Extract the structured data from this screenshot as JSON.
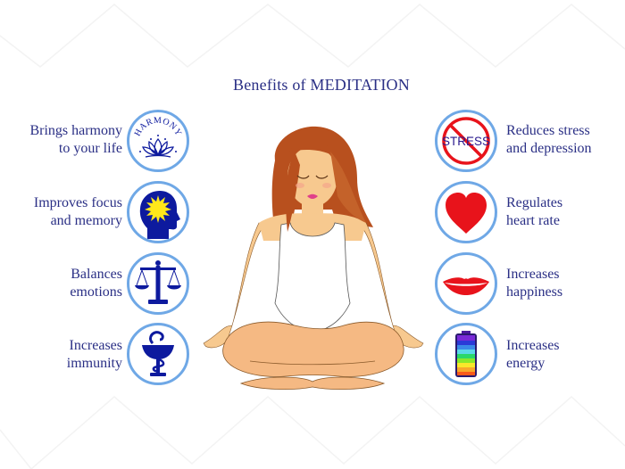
{
  "title": "Benefits of MEDITATION",
  "colors": {
    "text": "#2a2f85",
    "circle_border": "#6fa8e6",
    "icon_blue": "#0d1a9e",
    "sun_yellow": "#ffe81a",
    "red": "#e8131b",
    "skin": "#f7c98f",
    "hair": "#b8501e"
  },
  "left_benefits": [
    {
      "line1": "Brings harmony",
      "line2": "to your life",
      "icon": "harmony-lotus-icon",
      "icon_text": "HARMONY"
    },
    {
      "line1": "Improves focus",
      "line2": "and memory",
      "icon": "head-sun-icon"
    },
    {
      "line1": "Balances",
      "line2": "emotions",
      "icon": "scales-icon"
    },
    {
      "line1": "Increases",
      "line2": "immunity",
      "icon": "bowl-of-hygieia-icon"
    }
  ],
  "right_benefits": [
    {
      "line1": "Reduces stress",
      "line2": "and depression",
      "icon": "no-stress-icon",
      "icon_text": "STRESS"
    },
    {
      "line1": "Regulates",
      "line2": "heart  rate",
      "icon": "heart-icon"
    },
    {
      "line1": "Increases",
      "line2": "happiness",
      "icon": "smile-lips-icon"
    },
    {
      "line1": "Increases",
      "line2": "energy",
      "icon": "battery-icon"
    }
  ],
  "center_figure": "woman-meditating-lotus-pose"
}
